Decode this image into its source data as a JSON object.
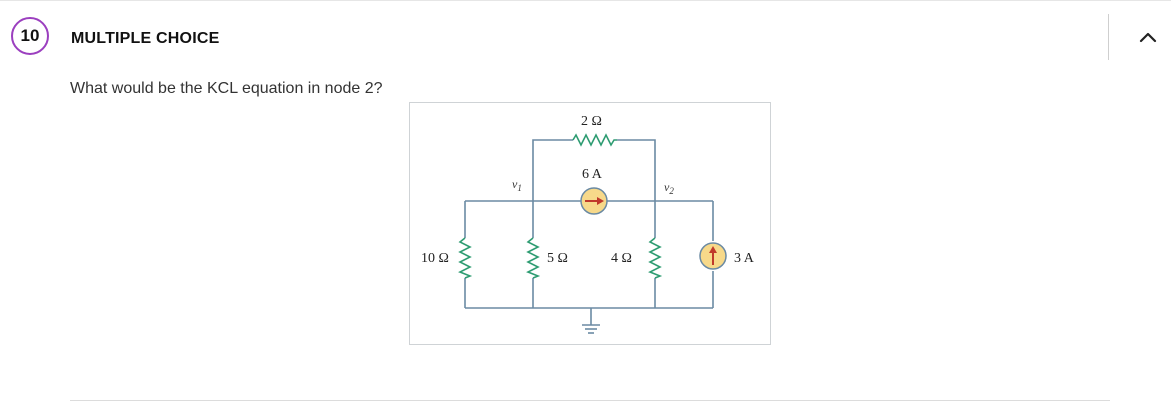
{
  "question": {
    "number": "10",
    "type_label": "MULTIPLE CHOICE",
    "prompt": "What would be the KCL equation in node 2?"
  },
  "figure": {
    "top_resistor": "2 Ω",
    "current_source_top": "6 A",
    "node1": "v",
    "node1_sub": "1",
    "node2": "v",
    "node2_sub": "2",
    "resistor_left": "10 Ω",
    "resistor_mid_left": "5 Ω",
    "resistor_mid_right": "4 Ω",
    "current_source_right": "3 A"
  },
  "colors": {
    "accent": "#9b3fbf",
    "wire": "#6b8aa3",
    "resistor": "#2e9c72",
    "source_fill": "#f7d98a",
    "source_arrow": "#c0392b"
  },
  "icons": {
    "collapse": "chevron-up-icon"
  }
}
